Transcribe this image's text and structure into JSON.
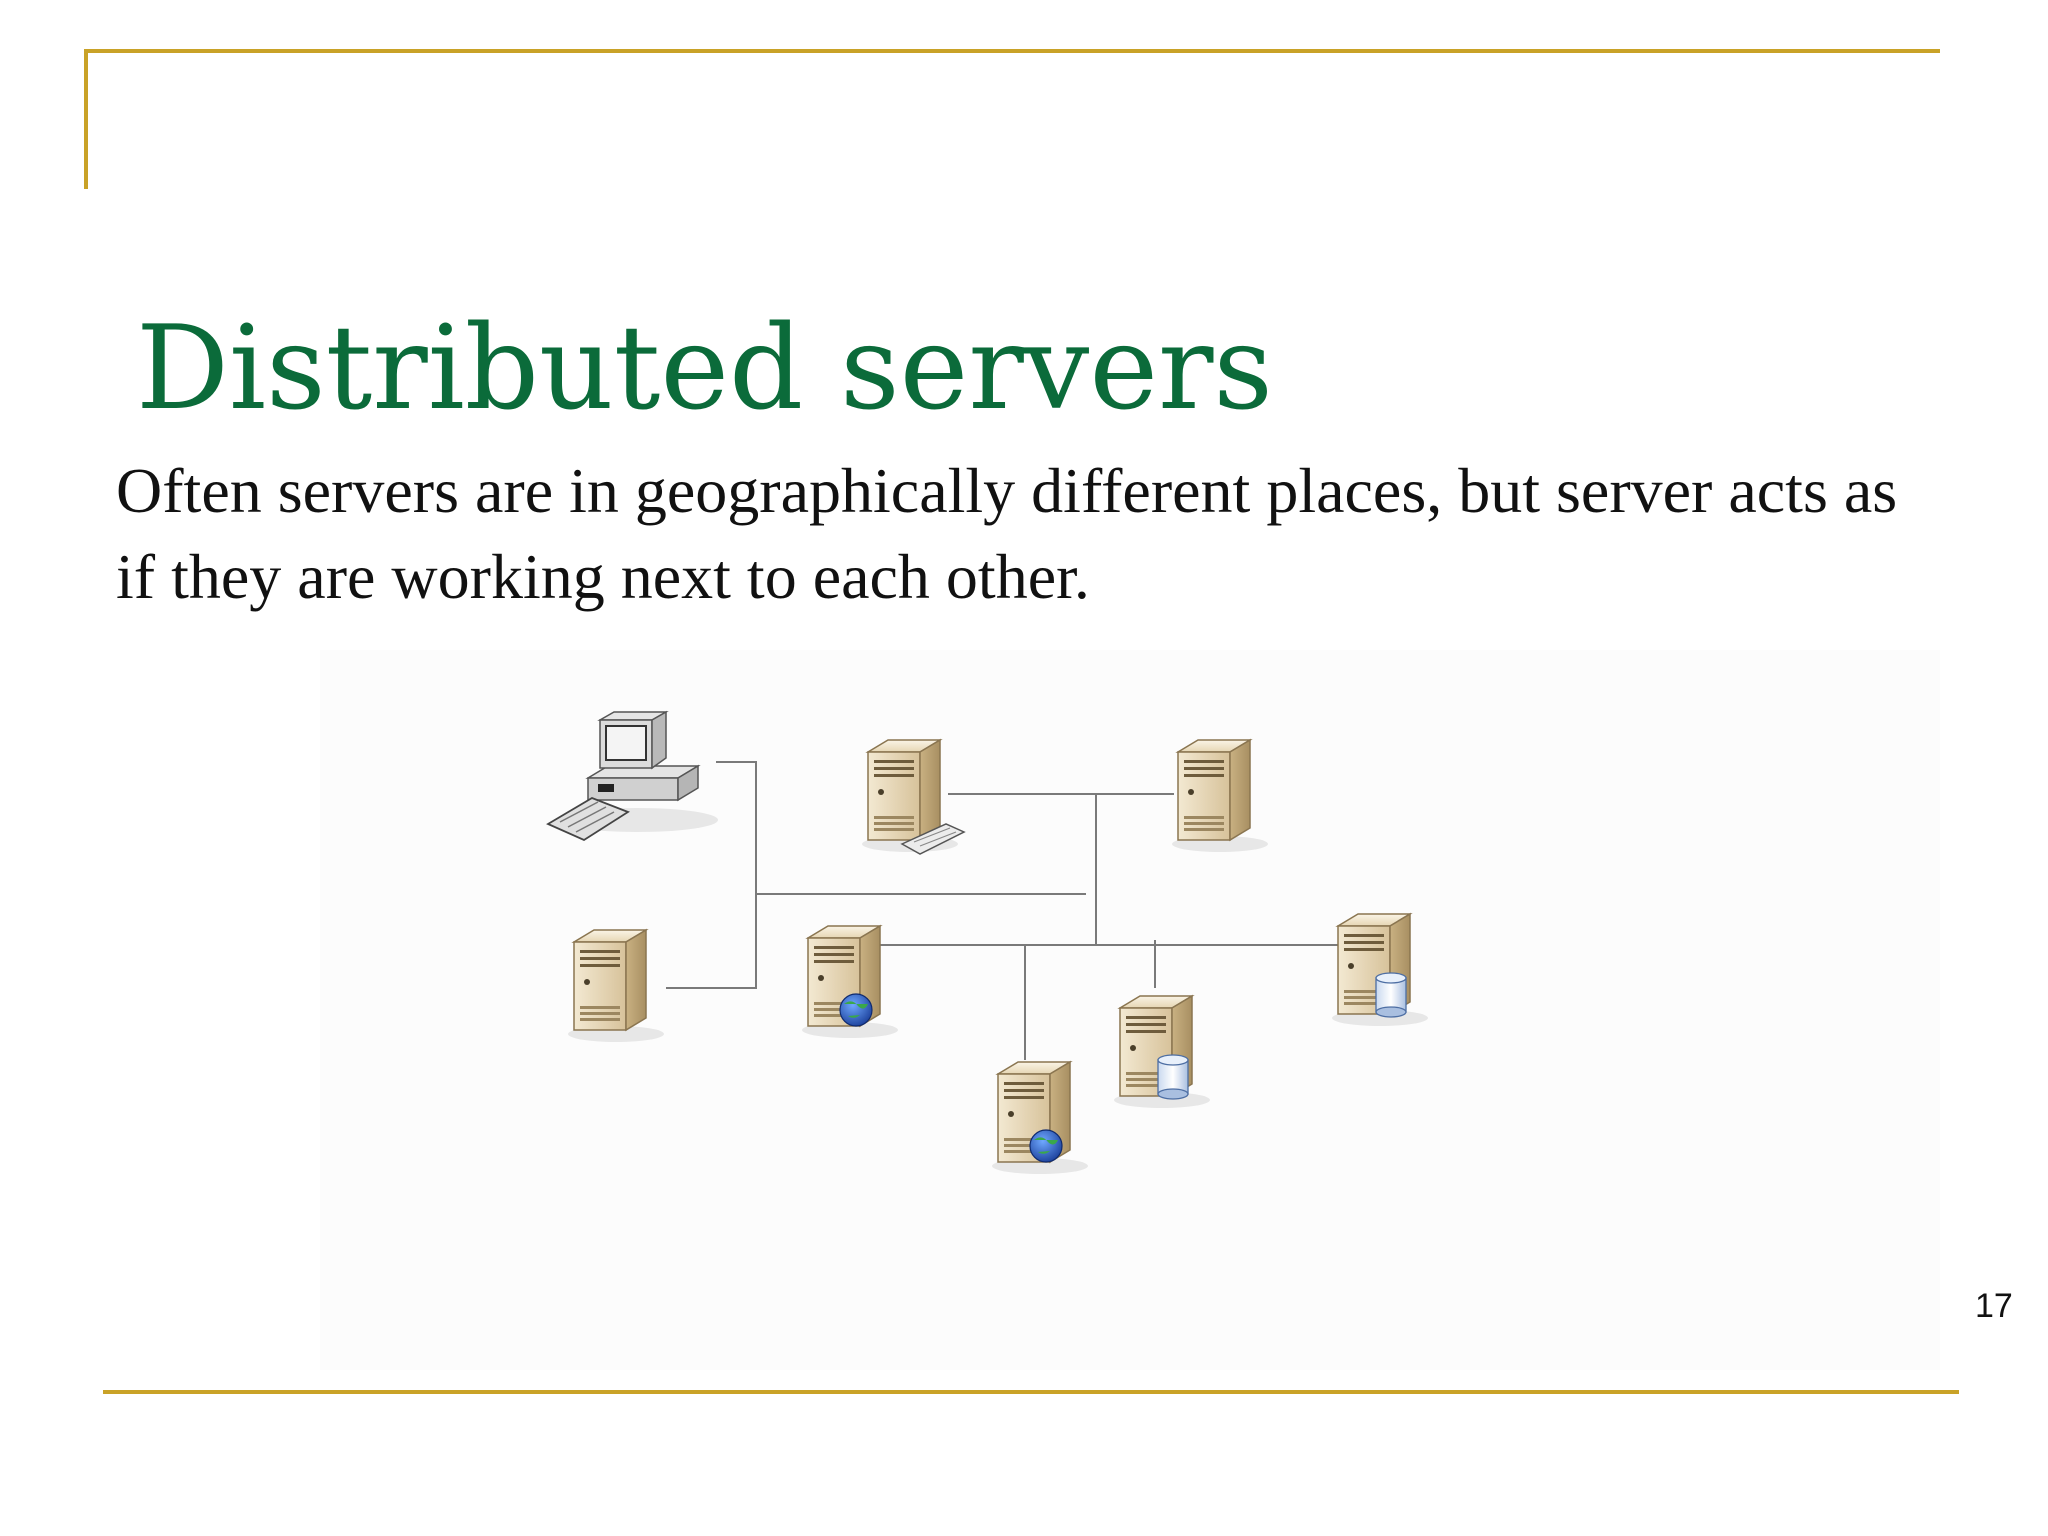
{
  "slide": {
    "title": "Distributed servers",
    "body": "Often servers are in geographically different places, but server acts as if they are working next to each other.",
    "page_number": "17"
  },
  "colors": {
    "accent_rule": "#c9a227",
    "title": "#0b6b3a",
    "text": "#111111",
    "connector": "#7a7a7a"
  },
  "diagram": {
    "nodes": [
      {
        "id": "client-workstation",
        "icon": "workstation-icon"
      },
      {
        "id": "server-top-1",
        "icon": "server-with-keyboard-icon"
      },
      {
        "id": "server-top-2",
        "icon": "server-icon"
      },
      {
        "id": "server-left",
        "icon": "server-icon"
      },
      {
        "id": "web-server-1",
        "icon": "web-server-globe-icon"
      },
      {
        "id": "db-server-1",
        "icon": "database-server-icon"
      },
      {
        "id": "db-server-2",
        "icon": "database-server-icon"
      },
      {
        "id": "web-server-2",
        "icon": "web-server-globe-icon"
      }
    ]
  }
}
